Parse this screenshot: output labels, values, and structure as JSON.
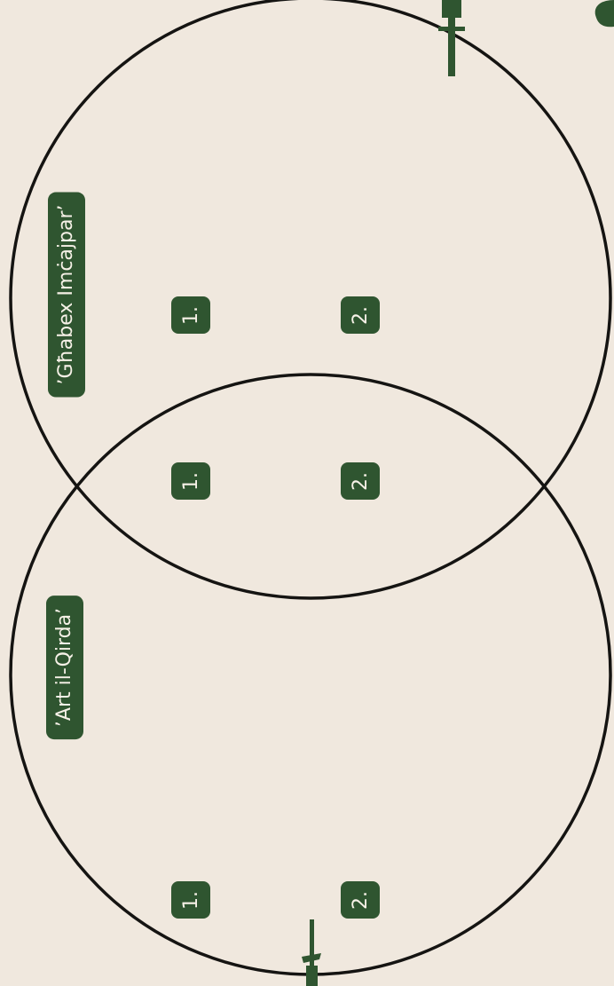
{
  "colors": {
    "background": "#f0e8de",
    "accent": "#2f5530",
    "circle_stroke": "#151412",
    "badge_text": "#f6f1e7"
  },
  "sets": {
    "top": {
      "label": "’Għabex Imċajpar’",
      "items": [
        "1.",
        "2."
      ]
    },
    "overlap": {
      "items": [
        "1.",
        "2."
      ]
    },
    "bottom": {
      "label": "’Art il-Qirda’",
      "items": [
        "1.",
        "2."
      ]
    }
  },
  "decorations": [
    "plant-silhouette-icon",
    "plant-silhouette-icon",
    "plant-silhouette-icon"
  ]
}
